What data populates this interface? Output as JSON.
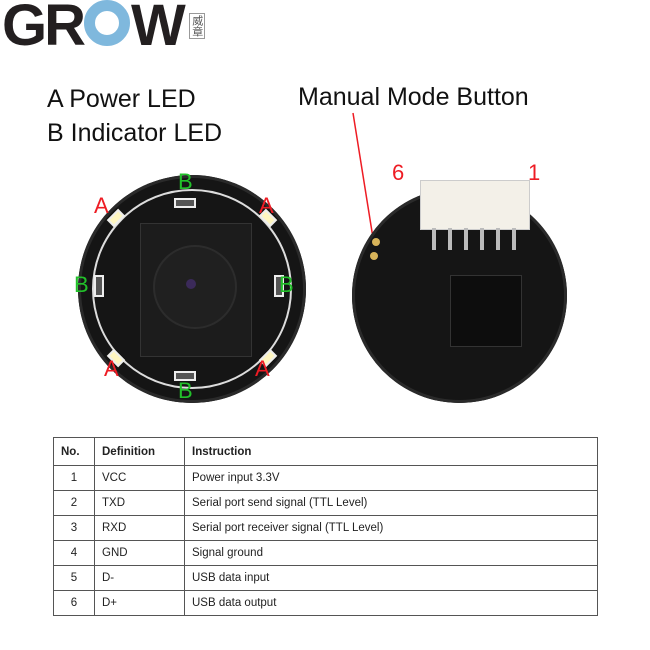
{
  "logo": {
    "text_pre": "GR",
    "text_post": "W",
    "cn_text": "威章",
    "accent_color": "#7fb8dd"
  },
  "legend": {
    "line_a": "A Power LED",
    "line_b": "B Indicator LED"
  },
  "callout": {
    "label": "Manual Mode Button",
    "line_color": "#ee1c24"
  },
  "front_board": {
    "labels": {
      "a_top_left": "A",
      "b_top": "B",
      "a_top_right": "A",
      "b_left": "B",
      "b_right": "B",
      "a_bottom_left": "A",
      "b_bottom": "B",
      "a_bottom_right": "A"
    },
    "power_led_color": "#ee1c24",
    "indicator_led_color": "#22c02a"
  },
  "back_board": {
    "pin_left_label": "6",
    "pin_right_label": "1"
  },
  "table": {
    "headers": [
      "No.",
      "Definition",
      "Instruction"
    ],
    "rows": [
      {
        "no": "1",
        "definition": "VCC",
        "instruction": "Power input 3.3V"
      },
      {
        "no": "2",
        "definition": "TXD",
        "instruction": "Serial port send signal (TTL Level)"
      },
      {
        "no": "3",
        "definition": "RXD",
        "instruction": "Serial port receiver signal (TTL Level)"
      },
      {
        "no": "4",
        "definition": "GND",
        "instruction": "Signal ground"
      },
      {
        "no": "5",
        "definition": "D-",
        "instruction": "USB data input"
      },
      {
        "no": "6",
        "definition": "D+",
        "instruction": "USB data output"
      }
    ]
  }
}
